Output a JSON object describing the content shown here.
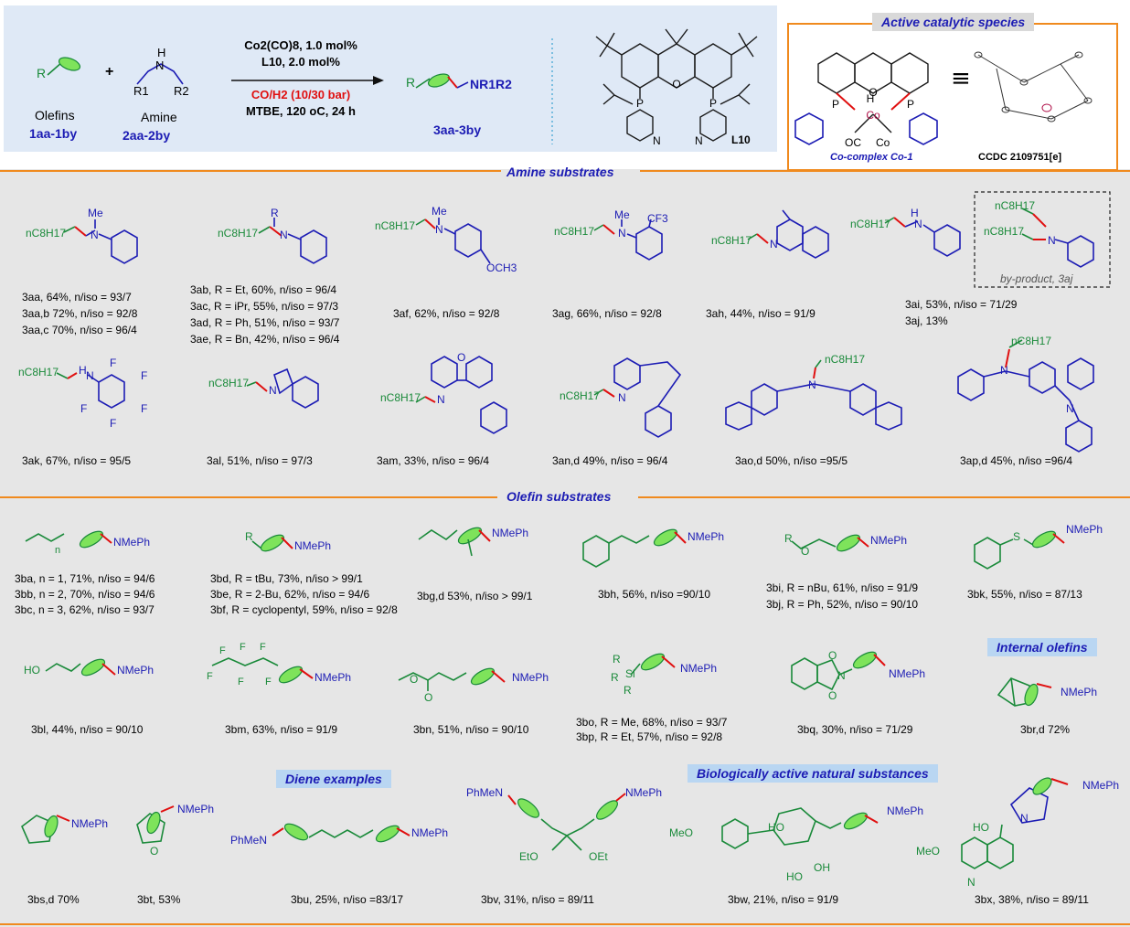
{
  "header": {
    "olefin_name": "Olefins",
    "olefin_code": "1aa-1by",
    "amine_name": "Amine",
    "amine_code": "2aa-2by",
    "plus": "+",
    "cond1": "Co2(CO)8, 1.0 mol%",
    "cond2": "L10, 2.0 mol%",
    "cond3": "CO/H2 (10/30 bar)",
    "cond4": "MTBE, 120 oC, 24 h",
    "product_code": "3aa-3by",
    "product_group": "NR1R2",
    "ligand_label": "L10",
    "active_species_title": "Active catalytic species",
    "co_complex_label": "Co-complex Co-1",
    "ccdc": "CCDC 2109751[e]"
  },
  "sections": {
    "amine": "Amine substrates",
    "olefin": "Olefin substrates",
    "internal": "Internal olefins",
    "diene": "Diene examples",
    "bio": "Biologically active natural substances"
  },
  "byproduct_label": "by-product, 3aj",
  "captions": [
    {
      "id": "3aa",
      "text": "3aa, 64%, n/iso = 93/7"
    },
    {
      "id": "3aa_b",
      "text": "3aa,b 72%, n/iso = 92/8"
    },
    {
      "id": "3aa_c",
      "text": "3aa,c 70%, n/iso = 96/4"
    },
    {
      "id": "3ab",
      "text": "3ab, R = Et, 60%, n/iso = 96/4"
    },
    {
      "id": "3ac",
      "text": "3ac, R = iPr, 55%, n/iso = 97/3"
    },
    {
      "id": "3ad",
      "text": "3ad, R = Ph, 51%, n/iso = 93/7"
    },
    {
      "id": "3ae",
      "text": "3ae, R = Bn, 42%, n/iso = 96/4"
    },
    {
      "id": "3af",
      "text": "3af, 62%, n/iso = 92/8"
    },
    {
      "id": "3ag",
      "text": "3ag, 66%, n/iso = 92/8"
    },
    {
      "id": "3ah",
      "text": "3ah, 44%, n/iso = 91/9"
    },
    {
      "id": "3ai",
      "text": "3ai, 53%, n/iso = 71/29"
    },
    {
      "id": "3aj",
      "text": "3aj, 13%"
    },
    {
      "id": "3ak",
      "text": "3ak, 67%, n/iso = 95/5"
    },
    {
      "id": "3al",
      "text": "3al, 51%, n/iso = 97/3"
    },
    {
      "id": "3am",
      "text": "3am, 33%, n/iso = 96/4"
    },
    {
      "id": "3an",
      "text": "3an,d 49%, n/iso = 96/4"
    },
    {
      "id": "3ao",
      "text": "3ao,d 50%, n/iso =95/5"
    },
    {
      "id": "3ap",
      "text": "3ap,d 45%, n/iso =96/4"
    },
    {
      "id": "3ba",
      "text": "3ba, n = 1, 71%, n/iso = 94/6"
    },
    {
      "id": "3bb",
      "text": "3bb, n = 2, 70%, n/iso = 94/6"
    },
    {
      "id": "3bc",
      "text": "3bc, n = 3, 62%, n/iso = 93/7"
    },
    {
      "id": "3bd",
      "text": "3bd, R = tBu, 73%, n/iso > 99/1"
    },
    {
      "id": "3be",
      "text": "3be, R = 2-Bu, 62%, n/iso = 94/6"
    },
    {
      "id": "3bf",
      "text": "3bf, R = cyclopentyl, 59%, n/iso = 92/8"
    },
    {
      "id": "3bg",
      "text": "3bg,d 53%, n/iso > 99/1"
    },
    {
      "id": "3bh",
      "text": "3bh, 56%, n/iso =90/10"
    },
    {
      "id": "3bi",
      "text": "3bi, R = nBu, 61%, n/iso = 91/9"
    },
    {
      "id": "3bj",
      "text": "3bj, R = Ph, 52%, n/iso = 90/10"
    },
    {
      "id": "3bk",
      "text": "3bk, 55%, n/iso = 87/13"
    },
    {
      "id": "3bl",
      "text": "3bl, 44%, n/iso = 90/10"
    },
    {
      "id": "3bm",
      "text": "3bm, 63%, n/iso = 91/9"
    },
    {
      "id": "3bn",
      "text": "3bn, 51%, n/iso = 90/10"
    },
    {
      "id": "3bo",
      "text": "3bo, R = Me, 68%, n/iso = 93/7"
    },
    {
      "id": "3bp",
      "text": "3bp, R = Et, 57%, n/iso = 92/8"
    },
    {
      "id": "3bq",
      "text": "3bq, 30%, n/iso = 71/29"
    },
    {
      "id": "3br",
      "text": "3br,d 72%"
    },
    {
      "id": "3bs",
      "text": "3bs,d 70%"
    },
    {
      "id": "3bt",
      "text": "3bt, 53%"
    },
    {
      "id": "3bu",
      "text": "3bu, 25%, n/iso =83/17"
    },
    {
      "id": "3bv",
      "text": "3bv, 31%, n/iso = 89/11"
    },
    {
      "id": "3bw",
      "text": "3bw, 21%, n/iso = 91/9"
    },
    {
      "id": "3bx",
      "text": "3bx, 38%, n/iso = 89/11"
    }
  ],
  "labels": {
    "nmeph": "NMePh",
    "phmen": "PhMeN",
    "c8h17": "nC8H17",
    "me": "Me",
    "r": "R",
    "cf3": "CF3",
    "och3": "OCH3",
    "ho": "HO",
    "meo": "MeO",
    "eto": "EtO",
    "oet": "OEt",
    "f": "F",
    "h": "H",
    "n": "N",
    "o": "O",
    "s": "S",
    "si": "Si",
    "oh": "OH",
    "p": "P",
    "co": "Co",
    "oc": "OC",
    "n_sub": "n",
    "r1": "R1",
    "r2": "R2"
  }
}
